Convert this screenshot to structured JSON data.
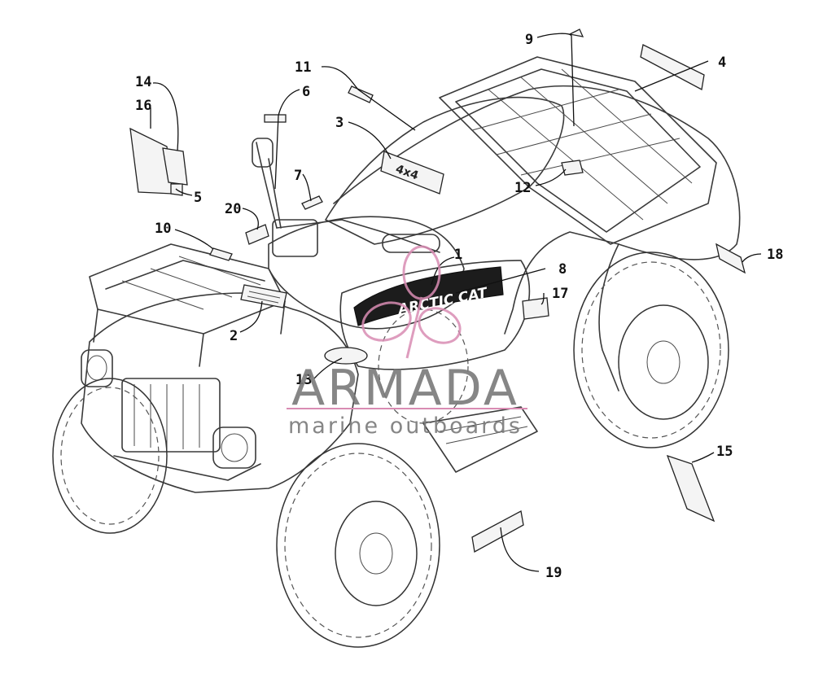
{
  "diagram": {
    "callouts": [
      {
        "id": "c1",
        "label": "1"
      },
      {
        "id": "c2",
        "label": "2"
      },
      {
        "id": "c3",
        "label": "3"
      },
      {
        "id": "c4",
        "label": "4"
      },
      {
        "id": "c5",
        "label": "5"
      },
      {
        "id": "c6",
        "label": "6"
      },
      {
        "id": "c7",
        "label": "7"
      },
      {
        "id": "c8",
        "label": "8"
      },
      {
        "id": "c9",
        "label": "9"
      },
      {
        "id": "c10",
        "label": "10"
      },
      {
        "id": "c11",
        "label": "11"
      },
      {
        "id": "c12",
        "label": "12"
      },
      {
        "id": "c13",
        "label": "13"
      },
      {
        "id": "c14",
        "label": "14"
      },
      {
        "id": "c15",
        "label": "15"
      },
      {
        "id": "c16",
        "label": "16"
      },
      {
        "id": "c17",
        "label": "17"
      },
      {
        "id": "c18",
        "label": "18"
      },
      {
        "id": "c19",
        "label": "19"
      },
      {
        "id": "c20",
        "label": "20"
      }
    ],
    "side_decal_text": "ARCTIC CAT",
    "colors": {
      "line": "#3a3a3a",
      "watermark_text": "#7a7a7a",
      "watermark_accent": "#d98cb3"
    }
  },
  "watermark": {
    "title": "ARMADA",
    "subtitle": "marine outboards"
  }
}
